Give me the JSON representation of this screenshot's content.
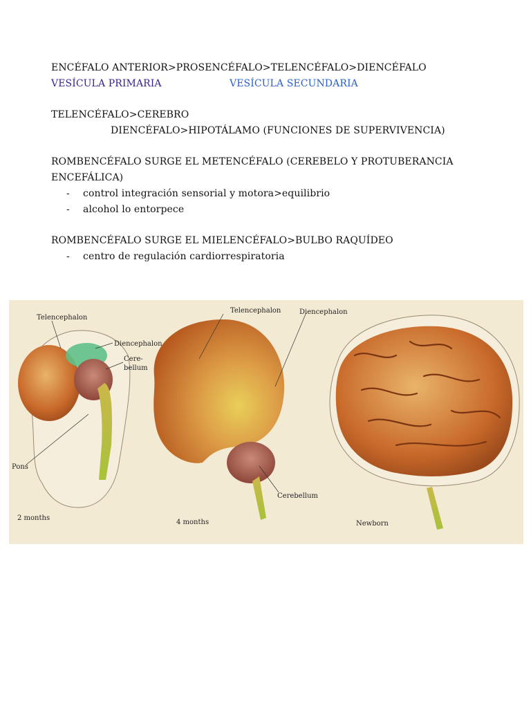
{
  "doc": {
    "line1": "ENCÉFALO ANTERIOR>PROSENCÉFALO>TELENCÉFALO>DIENCÉFALO",
    "vesicle_primary": "VESÍCULA PRIMARIA",
    "vesicle_secondary": "VESÍCULA SECUNDARIA",
    "line3": "TELENCÉFALO>CEREBRO",
    "line4": "DIENCÉFALO>HIPOTÁLAMO  (FUNCIONES DE SUPERVIVENCIA)",
    "line5a": "ROMBENCÉFALO SURGE EL METENCÉFALO (CEREBELO Y PROTUBERANCIA",
    "line5b": "ENCEFÁLICA)",
    "bullets1": [
      "control integración sensorial y motora>equilibrio",
      "alcohol lo entorpece"
    ],
    "line6": "ROMBENCÉFALO SURGE EL MIELENCÉFALO>BULBO RAQUÍDEO",
    "bullets2": [
      "centro de regulación cardiorrespiratoria"
    ],
    "dash": "-"
  },
  "figure": {
    "labels": {
      "telencephalon_1": "Telencephalon",
      "diencephalon_1": "Diencephalon",
      "cerebellum_1a": "Cere-",
      "cerebellum_1b": "bellum",
      "pons": "Pons",
      "age_1": "2 months",
      "telencephalon_2": "Telencephalon",
      "diencephalon_2": "Diencephalon",
      "cerebellum_2": "Cerebellum",
      "age_2": "4 months",
      "age_3": "Newborn"
    },
    "colors": {
      "background": "#f3ead4",
      "brain": "#c8692a",
      "brain_light": "#e2a25a",
      "cerebellum": "#a85a4a",
      "stem": "#b8c23a",
      "diencephalon": "#5fc08a"
    }
  }
}
